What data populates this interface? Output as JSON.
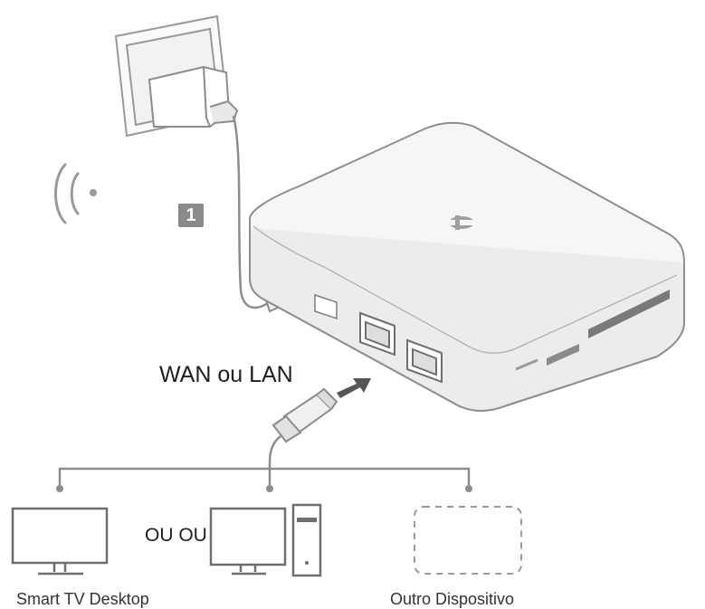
{
  "step_badge": "1",
  "connection_label": "WAN ou LAN",
  "alternative_label": "OU OU",
  "devices_label_left": "Smart TV Desktop",
  "devices_label_right": "Outro Dispositivo",
  "icons": [
    "wall-outlet-icon",
    "power-adapter-icon",
    "wifi-signal-icon",
    "router-device-icon",
    "ethernet-plug-icon",
    "arrow-icon",
    "tv-icon",
    "desktop-monitor-icon",
    "pc-tower-icon",
    "other-device-icon"
  ],
  "colors": {
    "line": "#8c8c8c",
    "body": "#f4f4f4",
    "badge": "#8a8a8a"
  }
}
